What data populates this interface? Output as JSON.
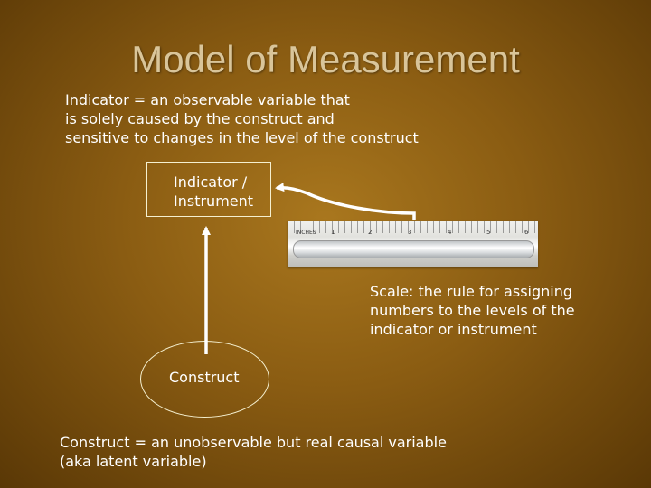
{
  "slide": {
    "title": "Model of Measurement",
    "indicator_definition": "Indicator = an observable variable that\nis solely caused by the construct and\nsensitive to changes in the level of the construct",
    "indicator_box_label": "Indicator /\nInstrument",
    "scale_definition": "Scale: the rule for assigning\nnumbers to the levels of the\nindicator or instrument",
    "construct_label": "Construct",
    "construct_definition": "Construct = an unobservable but real causal variable\n(aka latent variable)",
    "ruler": {
      "units_label": "INCHES",
      "numbers": [
        "1",
        "2",
        "3",
        "4",
        "5",
        "6"
      ]
    }
  },
  "colors": {
    "title": "#d9c59a",
    "text": "#ffffff",
    "outline": "#f5f0d0"
  }
}
